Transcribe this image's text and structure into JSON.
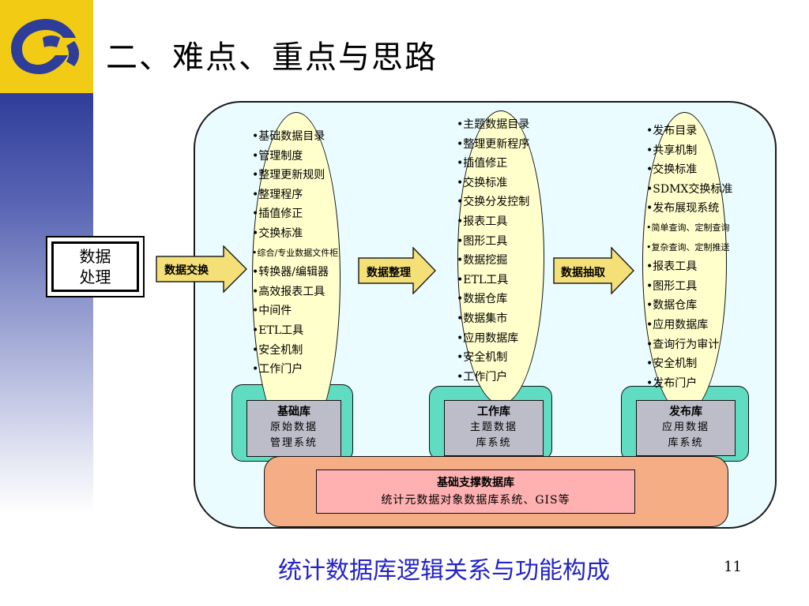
{
  "title": "二、难点、重点与思路",
  "process_box": "数据处理",
  "arrows": [
    "数据交换",
    "数据整理",
    "数据抽取"
  ],
  "columns": [
    {
      "bullets": [
        "基础数据目录",
        "管理制度",
        "整理更新规则",
        "整理程序",
        "插值修正",
        "交换标准",
        "综合/专业数据文件柜",
        "转换器/编辑器",
        "高效报表工具",
        "中间件",
        "ETL工具",
        "安全机制",
        "工作门户"
      ],
      "small_indices": [
        6
      ],
      "db_title": "基础库",
      "db_lines": [
        "原始数据",
        "管理系统"
      ]
    },
    {
      "bullets": [
        "主题数据目录",
        "整理更新程序",
        "插值修正",
        "交换标准",
        "交换分发控制",
        "报表工具",
        "图形工具",
        "数据挖掘",
        "ETL工具",
        "数据仓库",
        "数据集市",
        "应用数据库",
        "安全机制",
        "工作门户"
      ],
      "small_indices": [],
      "db_title": "工作库",
      "db_lines": [
        "主题数据",
        "库系统"
      ]
    },
    {
      "bullets": [
        "发布目录",
        "共享机制",
        "交换标准",
        "SDMX交换标准",
        "发布展现系统",
        "简单查询、定制查询",
        "复杂查询、定制推送",
        "报表工具",
        "图形工具",
        "数据仓库",
        "应用数据库",
        "查询行为审计",
        "安全机制",
        "发布门户"
      ],
      "small_indices": [
        5,
        6
      ],
      "db_title": "发布库",
      "db_lines": [
        "应用数据",
        "库系统"
      ]
    }
  ],
  "support": {
    "title": "基础支撑数据库",
    "subtitle": "统计元数据对象数据库系统、GIS等"
  },
  "caption": "统计数据库逻辑关系与功能构成",
  "page_number": "11",
  "colors": {
    "title_caption": "#2323c8",
    "logo_yellow": "#f2cc14",
    "sidebar_blue": "#2f3d9a",
    "panel": "#eafcff",
    "ellipse": "#ffffcc",
    "arrow": "#f5df77",
    "db_frame": "#5fdcc1",
    "db_box": "#bdbdc9",
    "support_frame": "#f4ad84",
    "support_box": "#ffb0b0"
  }
}
